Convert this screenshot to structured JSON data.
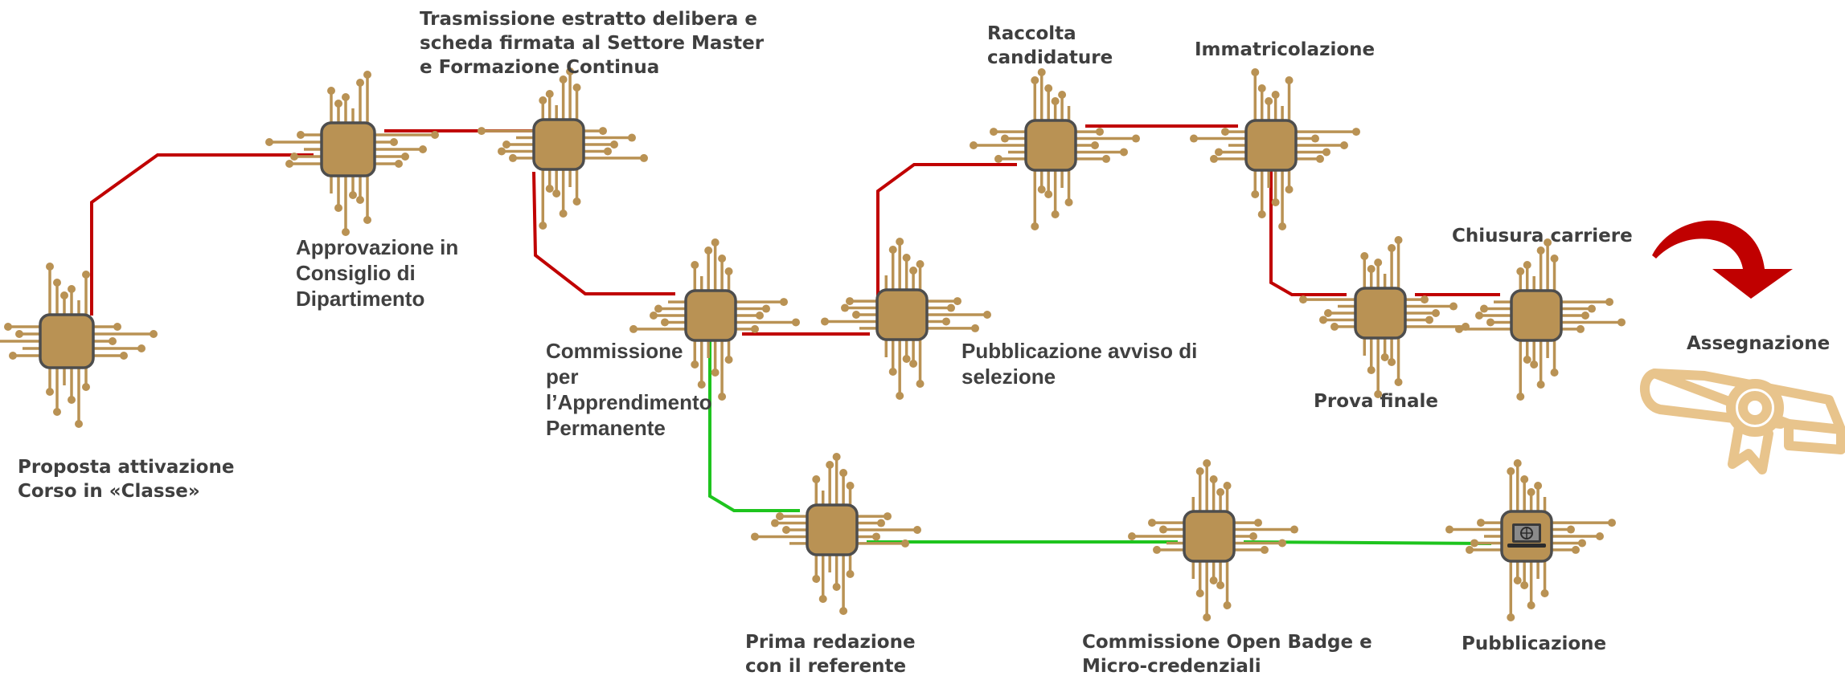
{
  "diagram": {
    "colors": {
      "chip": "#b99254",
      "chip_border": "#4d4d4d",
      "pin": "#b99254",
      "red_line": "#c00000",
      "green_line": "#1ec41e",
      "arrow": "#c00000",
      "diploma": "#e8c48c"
    },
    "steps": [
      {
        "id": "proposta",
        "lines": [
          "Proposta attivazione",
          "Corso in «Classe»"
        ]
      },
      {
        "id": "approvazione",
        "lines": [
          "Approvazione in",
          "Consiglio di",
          "Dipartimento"
        ]
      },
      {
        "id": "trasmissione",
        "lines": [
          "Trasmissione estratto delibera e",
          "scheda firmata al Settore Master",
          "e Formazione Continua"
        ]
      },
      {
        "id": "commissione-apprendimento",
        "lines": [
          "Commissione",
          "per",
          "l’Apprendimento",
          "Permanente"
        ]
      },
      {
        "id": "pubblicazione-avviso",
        "lines": [
          "Pubblicazione avviso di",
          "selezione"
        ]
      },
      {
        "id": "raccolta",
        "lines": [
          "Raccolta",
          "candidature"
        ]
      },
      {
        "id": "immatricolazione",
        "lines": [
          "Immatricolazione"
        ]
      },
      {
        "id": "prova-finale",
        "lines": [
          "Prova finale"
        ]
      },
      {
        "id": "chiusura-carriere",
        "lines": [
          "Chiusura carriere"
        ]
      },
      {
        "id": "assegnazione",
        "lines": [
          "Assegnazione"
        ]
      },
      {
        "id": "prima-redazione",
        "lines": [
          "Prima redazione",
          "con il referente"
        ]
      },
      {
        "id": "commissione-open-badge",
        "lines": [
          "Commissione Open Badge e",
          "Micro-credenziali"
        ]
      },
      {
        "id": "pubblicazione",
        "lines": [
          "Pubblicazione"
        ]
      }
    ]
  }
}
